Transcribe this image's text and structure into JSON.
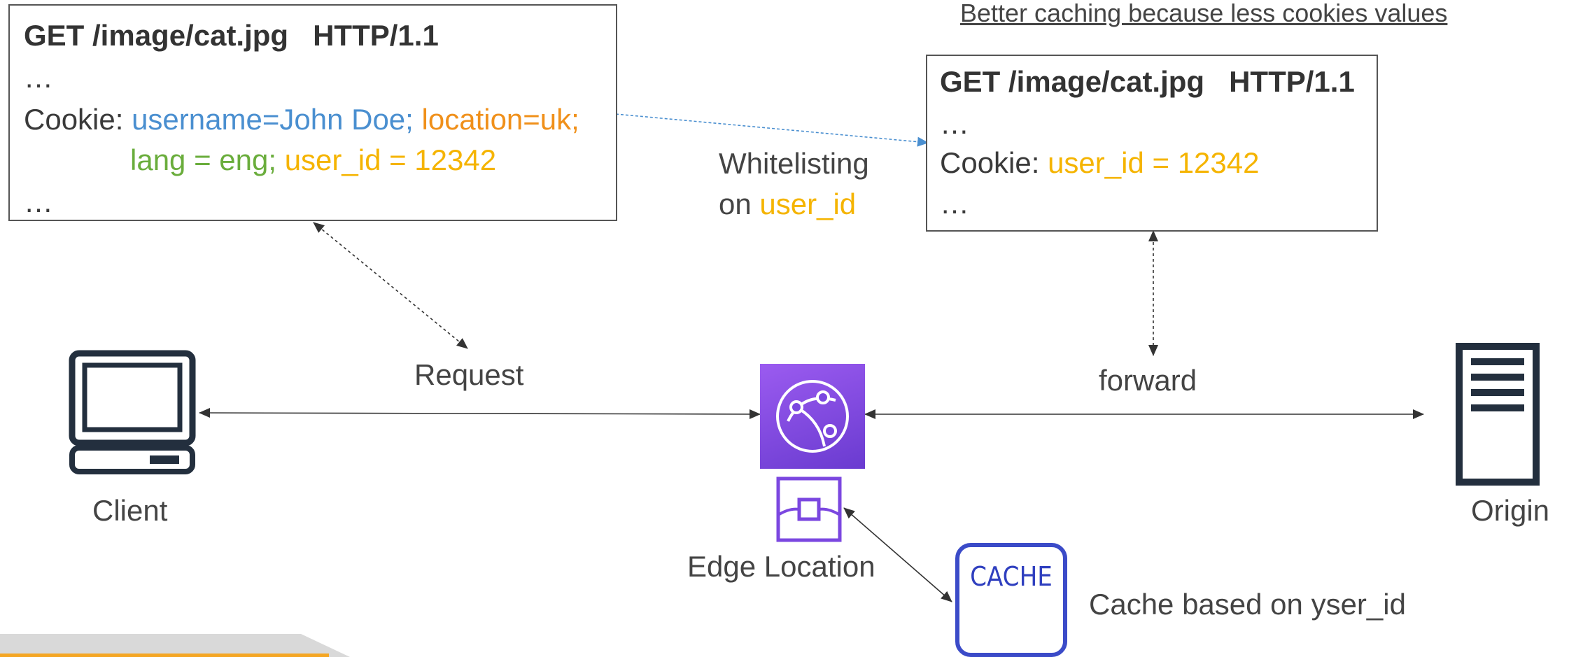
{
  "note": "Better caching because less cookies values",
  "client_request": {
    "request_line": "GET /image/cat.jpg   HTTP/1.1",
    "ellipsis_1": "…",
    "cookie_label": "Cookie:",
    "cookie_username": "username=John Doe;",
    "cookie_location": "location=uk;",
    "cookie_lang": "lang = eng;",
    "cookie_user_id": "user_id = 12342",
    "ellipsis_2": "…"
  },
  "forwarded_request": {
    "request_line": "GET /image/cat.jpg   HTTP/1.1",
    "ellipsis_1": "…",
    "cookie_label": "Cookie:",
    "cookie_user_id": "user_id = 12342",
    "ellipsis_2": "…"
  },
  "whitelisting": {
    "line1": "Whitelisting",
    "line2_prefix": "on",
    "line2_value": "user_id"
  },
  "labels": {
    "request": "Request",
    "forward": "forward",
    "client": "Client",
    "origin": "Origin",
    "edge_location": "Edge Location",
    "cache_based": "Cache based on yser_id",
    "cache_icon": "CACHE"
  },
  "colors": {
    "username": "#4a8fd0",
    "location": "#f0901a",
    "lang": "#6aad3c",
    "user_id": "#f5b400",
    "cloudfront_icon": "#7b47e0",
    "cache_border": "#3b4bc8"
  },
  "icons": {
    "client": "desktop-computer-icon",
    "origin": "server-icon",
    "edge": "cloudfront-icon",
    "edge_cache": "edge-cache-icon",
    "cache": "cache-icon"
  }
}
